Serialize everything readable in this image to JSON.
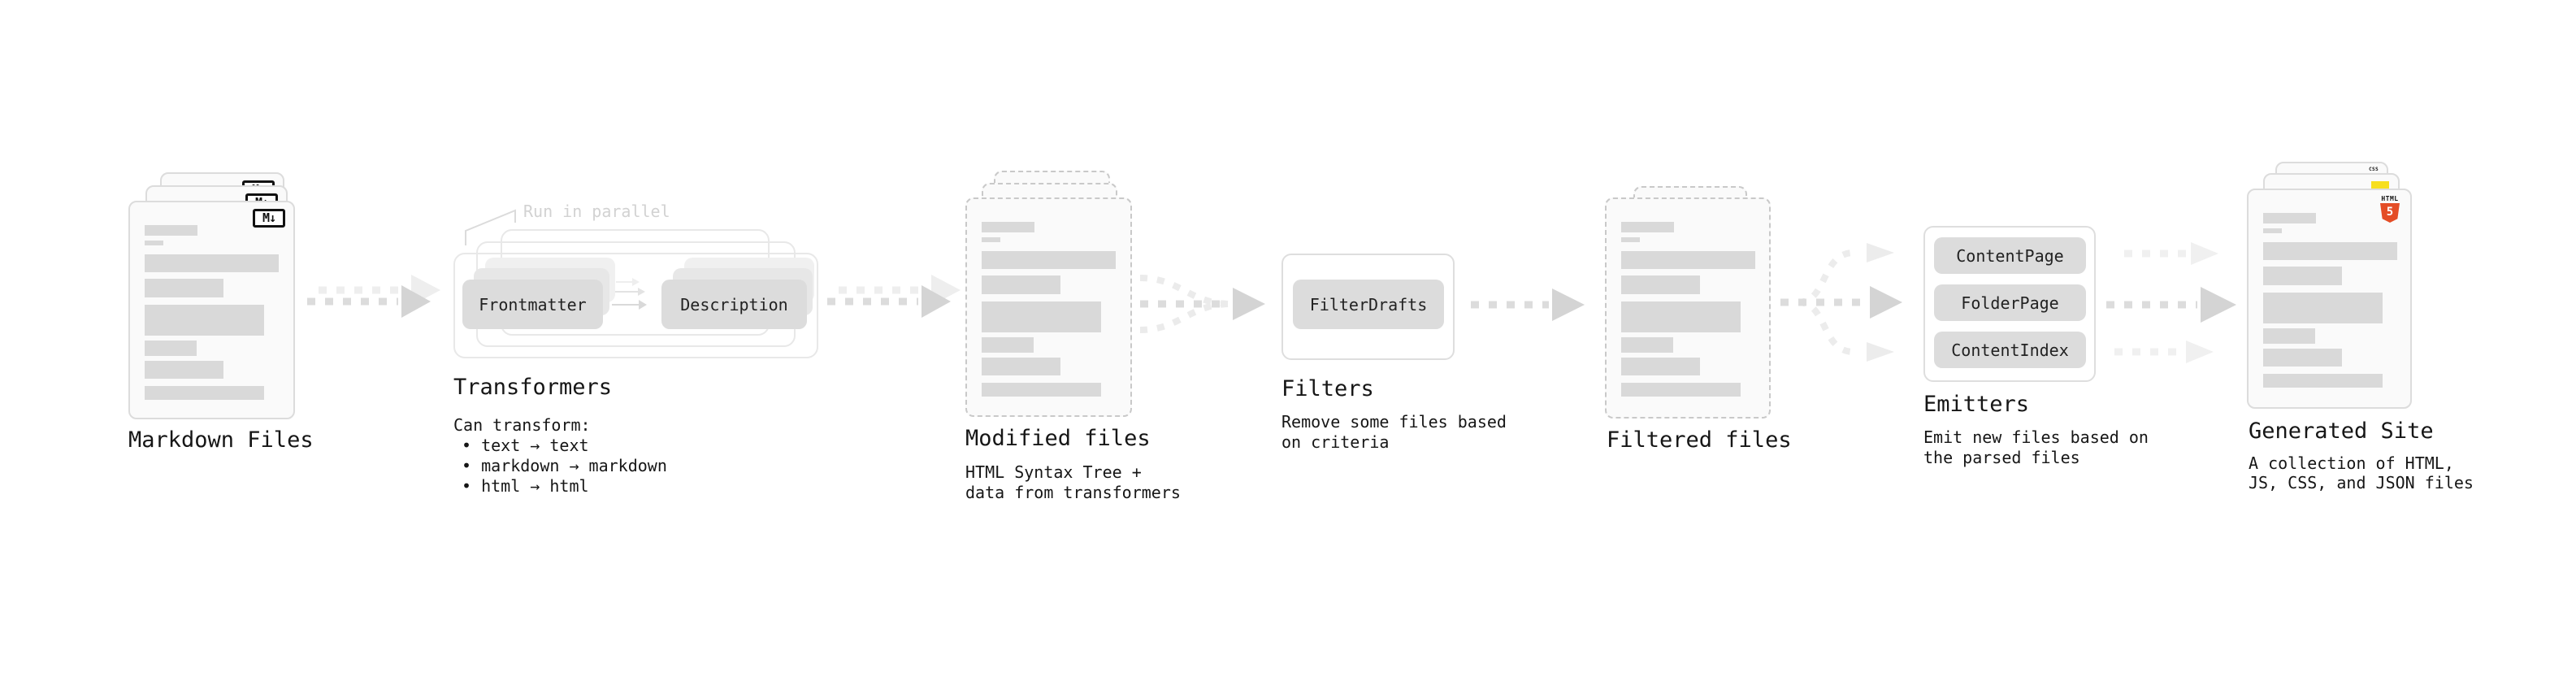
{
  "stages": {
    "markdown_files": {
      "label": "Markdown Files"
    },
    "transformers": {
      "label": "Transformers",
      "annotation": "Run in parallel",
      "input_pill": "Frontmatter",
      "output_pill": "Description",
      "desc_heading": "Can transform:",
      "bullets": [
        "• text → text",
        "• markdown → markdown",
        "• html → html"
      ]
    },
    "modified_files": {
      "label": "Modified files",
      "desc": [
        "HTML Syntax Tree +",
        "data from transformers"
      ]
    },
    "filters": {
      "label": "Filters",
      "pill": "FilterDrafts",
      "desc": [
        "Remove some files based",
        "on criteria"
      ]
    },
    "filtered_files": {
      "label": "Filtered files"
    },
    "emitters": {
      "label": "Emitters",
      "pills": [
        "ContentPage",
        "FolderPage",
        "ContentIndex"
      ],
      "desc": [
        "Emit new files based on",
        "the parsed files"
      ]
    },
    "generated_site": {
      "label": "Generated Site",
      "desc": [
        "A collection of HTML,",
        "JS, CSS, and JSON files"
      ]
    }
  },
  "badges": {
    "markdown": "M↓",
    "html5_text": "HTML",
    "html5_number": "5",
    "css_text": "CSS"
  },
  "colors": {
    "html5_orange": "#e44d26",
    "js_yellow": "#f7df1e",
    "css_blue": "#2965f1",
    "card_bg": "#fafafa",
    "bar_gray": "#d9d9d9",
    "pill_gray": "#dcdcdc",
    "arrow_gray": "#d4d4d4",
    "arrow_faint": "#eeeeee"
  }
}
